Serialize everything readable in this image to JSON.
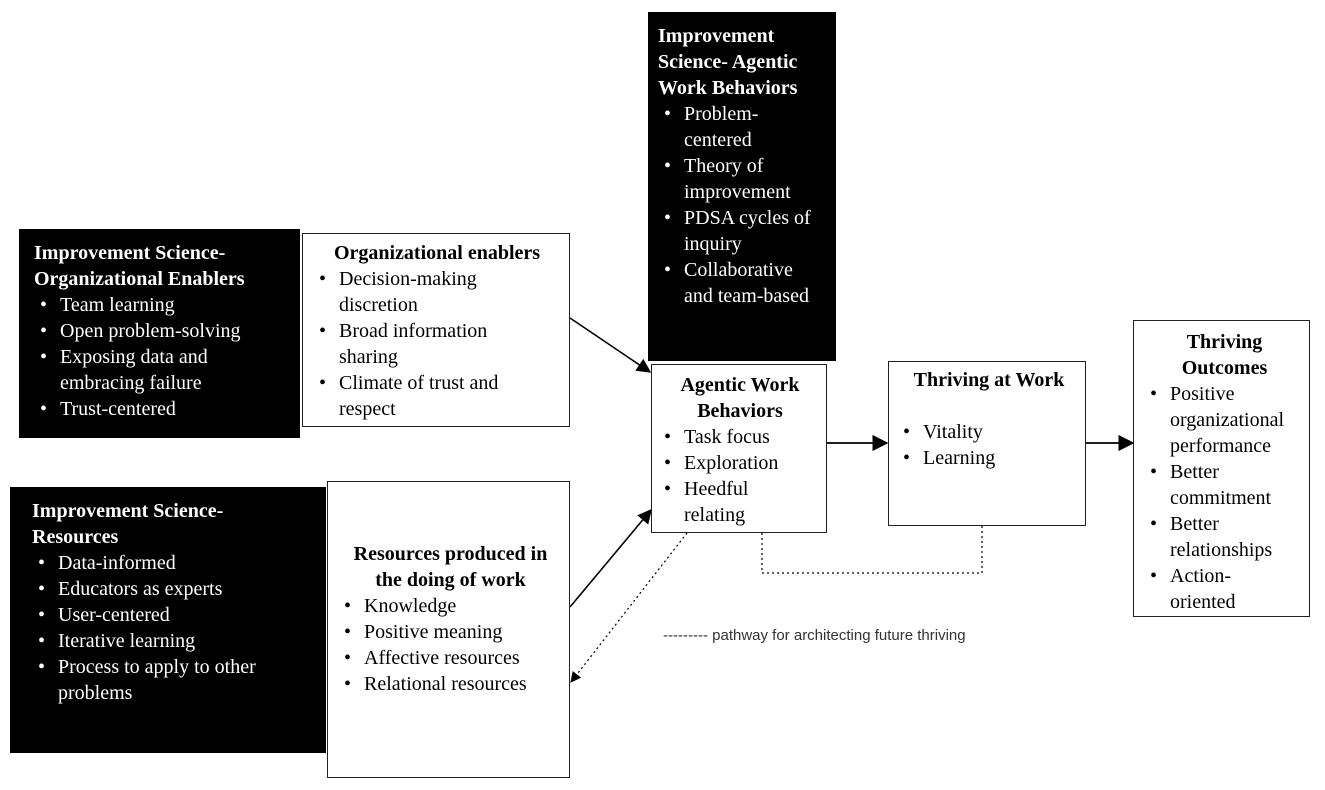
{
  "is_enablers": {
    "title_lines": [
      "Improvement Science-",
      "Organizational Enablers"
    ],
    "items": [
      "Team learning",
      "Open problem-solving",
      "Exposing data and embracing failure",
      "Trust-centered"
    ]
  },
  "org_enablers": {
    "title": "Organizational enablers",
    "items": [
      "Decision-making discretion",
      "Broad information sharing",
      "Climate of trust and respect"
    ]
  },
  "is_resources": {
    "title_lines": [
      "Improvement Science-",
      "Resources"
    ],
    "items": [
      "Data-informed",
      "Educators as experts",
      "User-centered",
      "Iterative learning",
      "Process to apply to other problems"
    ]
  },
  "resources_work": {
    "title_lines": [
      "Resources produced in",
      "the doing of work"
    ],
    "items": [
      "Knowledge",
      "Positive meaning",
      "Affective resources",
      "Relational resources"
    ]
  },
  "is_agentic": {
    "title_lines": [
      "Improvement",
      "Science- Agentic",
      "Work Behaviors"
    ],
    "items": [
      "Problem-centered",
      "Theory of improvement",
      "PDSA cycles of inquiry",
      "Collaborative and team-based"
    ]
  },
  "agentic": {
    "title_lines": [
      "Agentic Work",
      "Behaviors"
    ],
    "items": [
      "Task focus",
      "Exploration",
      "Heedful relating"
    ]
  },
  "thriving": {
    "title": "Thriving at Work",
    "items": [
      "Vitality",
      "Learning"
    ]
  },
  "outcomes": {
    "title_lines": [
      "Thriving",
      "Outcomes"
    ],
    "items": [
      "Positive organizational performance",
      "Better commitment",
      "Better relationships",
      "Action-oriented"
    ]
  },
  "legend": {
    "dash_symbol": "---------",
    "text": "pathway for architecting future thriving"
  }
}
